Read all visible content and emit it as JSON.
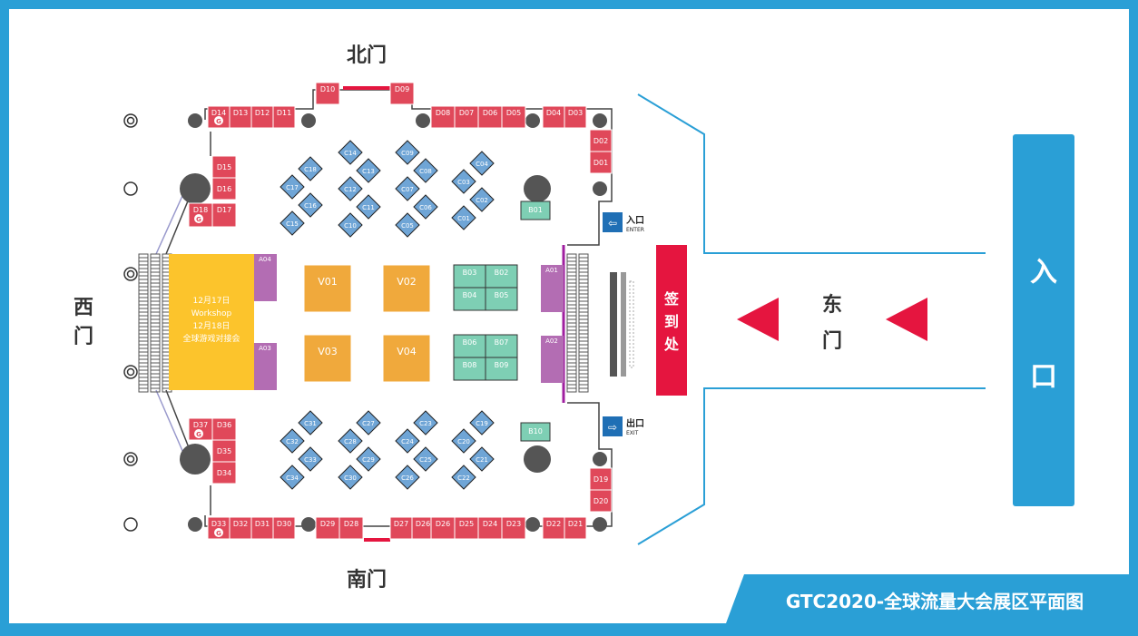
{
  "title": "GTC2020-全球流量大会展区平面图",
  "doors": {
    "north": "北门",
    "south": "南门",
    "west": "西门",
    "east": "东门"
  },
  "entrance_label": [
    "入",
    "口"
  ],
  "checkin_label": [
    "签",
    "到",
    "处"
  ],
  "enter_sign": {
    "cn": "入口",
    "en": "ENTER"
  },
  "exit_sign": {
    "cn": "出口",
    "en": "EXIT"
  },
  "workshop_lines": [
    "12月17日",
    "Workshop",
    "12月18日",
    "全球游戏对接会"
  ],
  "booths_top_left": [
    "D14",
    "D13",
    "D12",
    "D11"
  ],
  "booths_top_mid": [
    "D10",
    "D09"
  ],
  "booths_top_right_a": [
    "D08",
    "D07",
    "D06",
    "D05"
  ],
  "booths_top_right_b": [
    "D04",
    "D03"
  ],
  "booths_right_col": [
    "D02",
    "D01"
  ],
  "booths_left_col_top": [
    "D15",
    "D16",
    "D17",
    "D18"
  ],
  "booths_left_col_bot": [
    "D37",
    "D36",
    "D35",
    "D34"
  ],
  "booths_bottom_a": [
    "D33",
    "D32",
    "D31",
    "D30"
  ],
  "booths_bottom_b": [
    "D29",
    "D28"
  ],
  "booths_bottom_c": [
    "D27",
    "D26",
    "D25",
    "D24",
    "D23"
  ],
  "booths_bottom_d": [
    "D22",
    "D21"
  ],
  "booths_right_bottom": [
    "D19",
    "D20"
  ],
  "c_upper": [
    [
      "C18",
      "C17",
      "C16",
      "C15"
    ],
    [
      "C14",
      "C13",
      "C12",
      "C11",
      "C10"
    ],
    [
      "C09",
      "C08",
      "C07",
      "C06",
      "C05"
    ],
    [
      "C04",
      "C03",
      "C02",
      "C01"
    ]
  ],
  "c_lower": [
    [
      "C31",
      "C32",
      "C33",
      "C34"
    ],
    [
      "C27",
      "C28",
      "C29",
      "C30"
    ],
    [
      "C23",
      "C24",
      "C25",
      "C26"
    ],
    [
      "C19",
      "C20",
      "C21",
      "C22"
    ]
  ],
  "v_booths": [
    "V01",
    "V02",
    "V03",
    "V04"
  ],
  "b_grid_top": [
    "B03",
    "B02",
    "B04",
    "B05"
  ],
  "b_grid_bot": [
    "B06",
    "B07",
    "B08",
    "B09"
  ],
  "b_single": [
    "B01",
    "B10"
  ],
  "a_booths": [
    "A04",
    "A03",
    "A01",
    "A02"
  ],
  "colors": {
    "frame": "#2a9fd6",
    "d": "#e0485a",
    "c": "#6fa5d6",
    "v": "#f0a93c",
    "b": "#7ecfb4",
    "a": "#b36db3",
    "workshop": "#fcc42c",
    "checkin": "#e5153f"
  }
}
